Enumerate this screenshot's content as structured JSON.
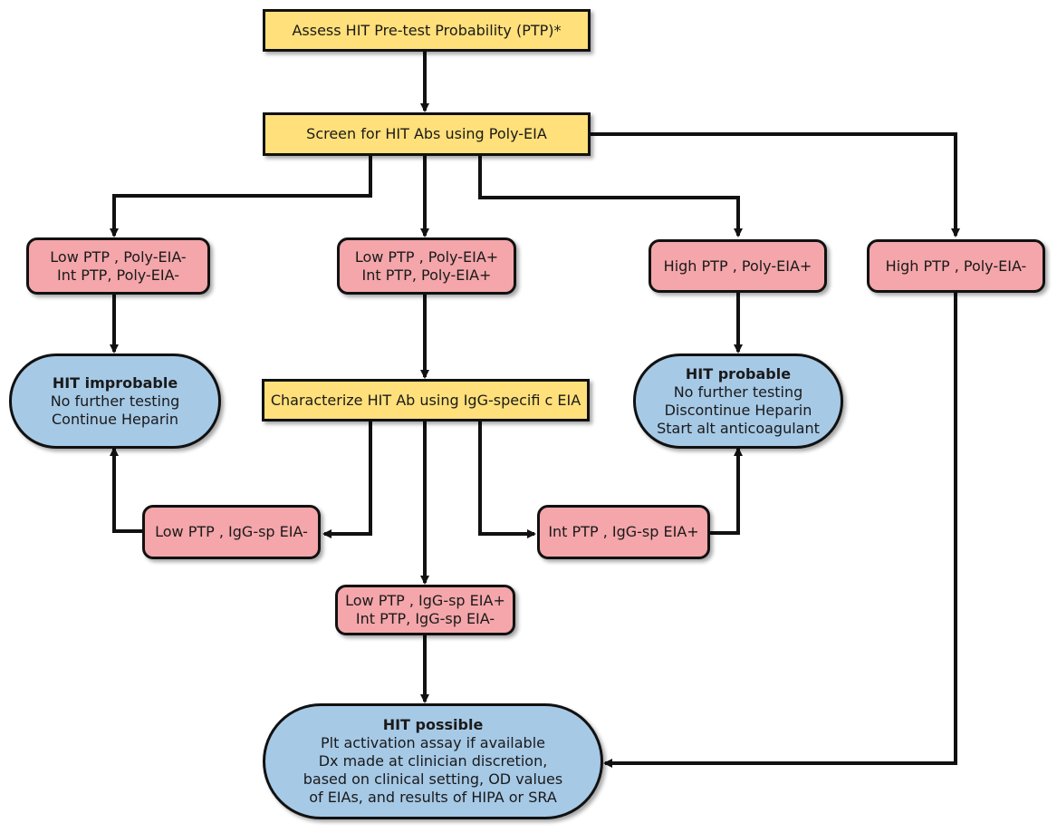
{
  "colors": {
    "process_box": "#ffe07a",
    "result_box": "#f4a6aa",
    "outcome_box": "#a6c9e6",
    "line": "#111111"
  },
  "nodes": {
    "assess": {
      "line1": "Assess HIT  Pre-test Probability (PTP)*"
    },
    "screen": {
      "line1": "Screen for HIT Abs using Poly-EIA"
    },
    "low_int_poly_neg": {
      "line1": "Low PTP , Poly-EIA-",
      "line2": "Int PTP, Poly-EIA-"
    },
    "low_int_poly_pos": {
      "line1": "Low PTP , Poly-EIA+",
      "line2": "Int PTP, Poly-EIA+"
    },
    "high_poly_pos": {
      "line1": "High PTP , Poly-EIA+"
    },
    "high_poly_neg": {
      "line1": "High PTP , Poly-EIA-"
    },
    "hit_improbable": {
      "title": "HIT improbable",
      "line1": "No further testing",
      "line2": "Continue Heparin"
    },
    "characterize": {
      "line1": "Characterize HIT Ab using IgG-specifi c EIA"
    },
    "hit_probable": {
      "title": "HIT probable",
      "line1": "No further testing",
      "line2": "Discontinue Heparin",
      "line3": "Start alt anticoagulant"
    },
    "low_igg_neg": {
      "line1": "Low PTP , IgG-sp EIA-"
    },
    "int_igg_pos": {
      "line1": "Int PTP , IgG-sp EIA+"
    },
    "low_igg_pos_int_igg_neg": {
      "line1": "Low PTP , IgG-sp EIA+",
      "line2": "Int PTP, IgG-sp EIA-"
    },
    "hit_possible": {
      "title": "HIT possible",
      "line1": "Plt activation assay if available",
      "line2": "Dx made at clinician discretion,",
      "line3": "based on clinical setting, OD values",
      "line4": "of EIAs, and results of HIPA or SRA"
    }
  }
}
